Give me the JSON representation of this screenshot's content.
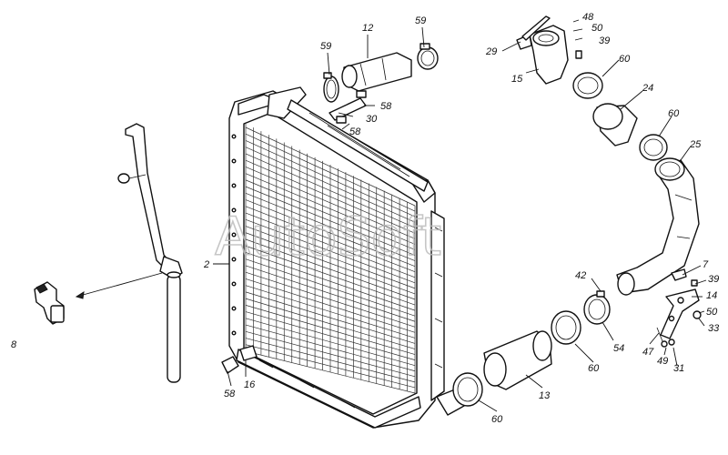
{
  "watermark": "AutoSoft",
  "callouts": {
    "n2": "2",
    "n7": "7",
    "n8": "8",
    "n12": "12",
    "n13": "13",
    "n14": "14",
    "n15": "15",
    "n16": "16",
    "n24": "24",
    "n25": "25",
    "n29": "29",
    "n30": "30",
    "n31": "31",
    "n33": "33",
    "n39a": "39",
    "n39b": "39",
    "n42": "42",
    "n47": "47",
    "n48": "48",
    "n49": "49",
    "n50a": "50",
    "n50b": "50",
    "n54": "54",
    "n58a": "58",
    "n58b": "58",
    "n58c": "58",
    "n59a": "59",
    "n59b": "59",
    "n60a": "60",
    "n60b": "60",
    "n60c": "60",
    "n60d": "60"
  }
}
